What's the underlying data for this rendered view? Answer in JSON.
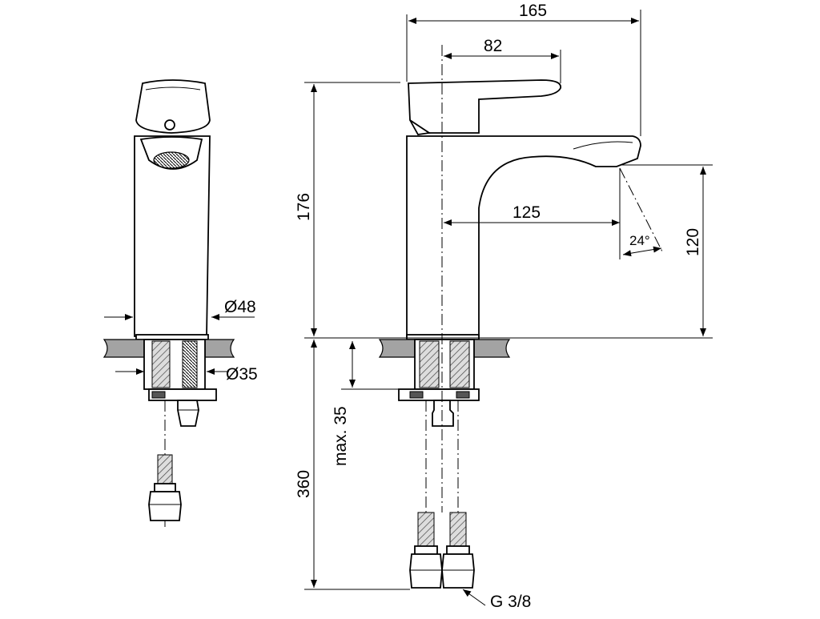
{
  "dimensions": {
    "top_width": "165",
    "handle_offset": "82",
    "spout_reach": "125",
    "total_height": "176",
    "spout_height": "120",
    "spray_angle": "24°",
    "body_diameter": "Ø48",
    "shank_diameter": "Ø35",
    "max_counter_thickness": "max. 35",
    "hose_length": "360",
    "connection_thread": "G 3/8"
  }
}
